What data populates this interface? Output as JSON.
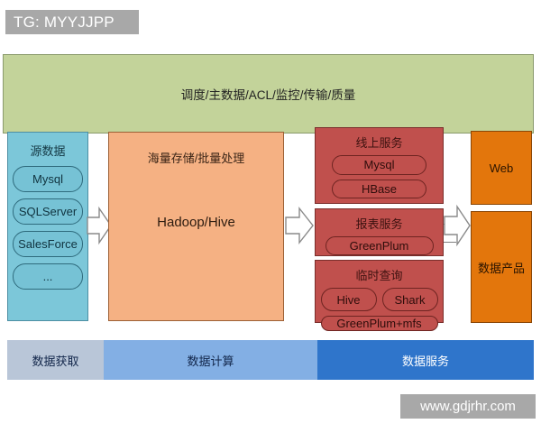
{
  "banner": {
    "text": "TG: MYYJJPP"
  },
  "watermark": {
    "text": "www.gdjrhr.com"
  },
  "governance": {
    "title": "调度/主数据/ACL/监控/传输/质量",
    "color": "#c3d39a"
  },
  "source": {
    "title": "源数据",
    "color": "#7cc7d9",
    "items": [
      {
        "label": "Mysql"
      },
      {
        "label": "SQLServer"
      },
      {
        "label": "SalesForce"
      },
      {
        "label": "..."
      }
    ]
  },
  "compute": {
    "title": "海量存储/批量处理",
    "main": "Hadoop/Hive",
    "color": "#f5b183"
  },
  "services": {
    "color": "#c0504d",
    "online": {
      "title": "线上服务",
      "items": [
        {
          "label": "Mysql"
        },
        {
          "label": "HBase"
        }
      ]
    },
    "report": {
      "title": "报表服务",
      "items": [
        {
          "label": "GreenPlum"
        }
      ]
    },
    "adhoc": {
      "title": "临时查询",
      "row1": [
        {
          "label": "Hive"
        },
        {
          "label": "Shark"
        }
      ],
      "row2": [
        {
          "label": "GreenPlum+mfs"
        }
      ]
    }
  },
  "products": {
    "color": "#e3760c",
    "web": {
      "title": "Web"
    },
    "data_product": {
      "title": "数据产品"
    }
  },
  "stages": [
    {
      "label": "数据获取",
      "color": "#b9c6d8"
    },
    {
      "label": "数据计算",
      "color": "#83afe4"
    },
    {
      "label": "数据服务",
      "color": "#2f75cb"
    }
  ],
  "arrows": {
    "source_to_compute": "arrow-right",
    "compute_to_services": "arrow-right",
    "services_to_products": "arrow-right"
  }
}
